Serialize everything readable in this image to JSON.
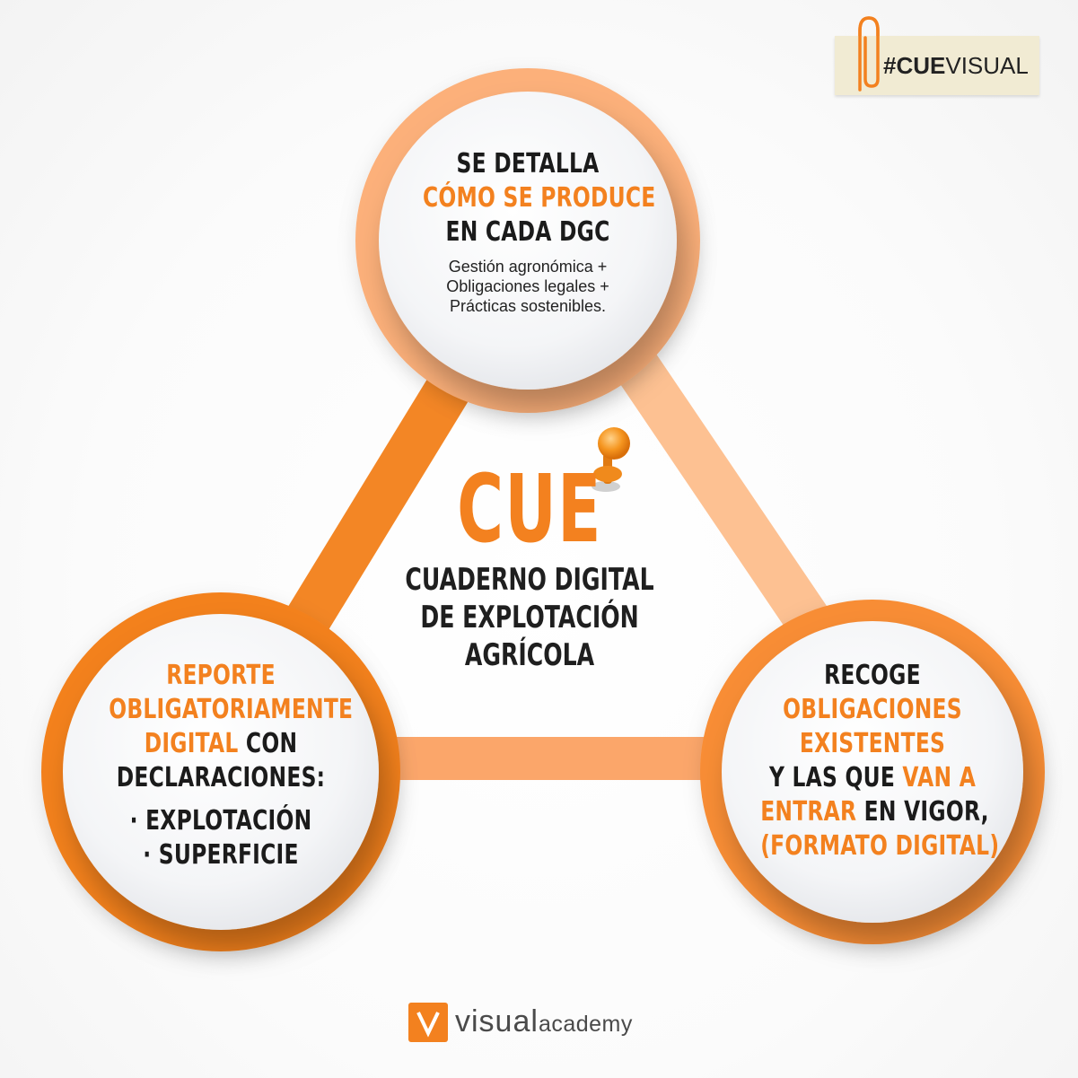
{
  "tag": {
    "text_bold": "#CUE",
    "text_regular": "VISUAL"
  },
  "top_circle": {
    "line1": "SE DETALLA",
    "line2": "CÓMO SE PRODUCE",
    "line3": "EN CADA DGC",
    "detail1": "Gestión agronómica +",
    "detail2": "Obligaciones legales +",
    "detail3": "Prácticas sostenibles."
  },
  "center": {
    "acronym": "CUE",
    "line1": "CUADERNO DIGITAL",
    "line2": "DE EXPLOTACIÓN",
    "line3": "AGRÍCOLA"
  },
  "left_circle": {
    "line1": "REPORTE",
    "line2": "OBLIGATORIAMENTE",
    "line3a": "DIGITAL",
    "line3b": " CON",
    "line4": "DECLARACIONES:",
    "item1": "· EXPLOTACIÓN",
    "item2": "· SUPERFICIE"
  },
  "right_circle": {
    "line1": "RECOGE",
    "line2": "OBLIGACIONES",
    "line3": "EXISTENTES",
    "line4a": "Y LAS QUE ",
    "line4b": "VAN A",
    "line5a": "ENTRAR",
    "line5b": " EN VIGOR,",
    "line6": "(FORMATO DIGITAL)"
  },
  "logo": {
    "word1": "visual",
    "word2": "academy"
  },
  "colors": {
    "accent": "#f3811f",
    "accent_light": "#fbb27a",
    "text": "#1b1b1b",
    "tag_bg": "#f1ebd3"
  }
}
